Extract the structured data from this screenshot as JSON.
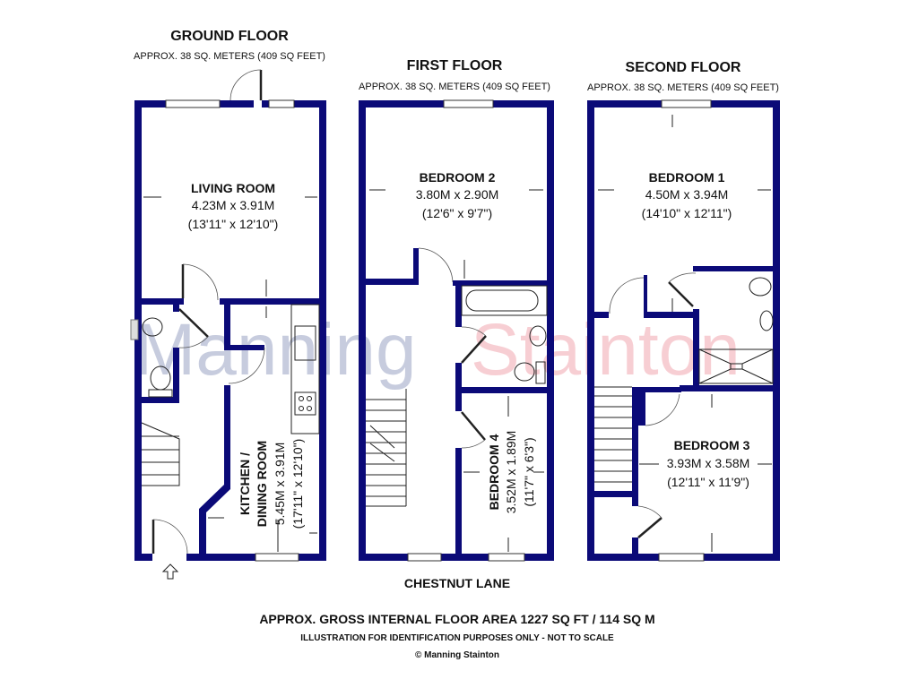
{
  "watermark": {
    "part1": "Manning",
    "part2": "Stainton",
    "color1": "#9aa3c4",
    "color2": "#f2a7b0"
  },
  "colors": {
    "walls": "#0b0a78"
  },
  "floors": [
    {
      "title": "GROUND FLOOR",
      "area": "APPROX. 38 SQ. METERS (409 SQ FEET)",
      "rooms": [
        {
          "name": "LIVING ROOM",
          "metric": "4.23M x 3.91M",
          "imperial": "(13'11\" x 12'10\")"
        },
        {
          "name_line1": "KITCHEN /",
          "name_line2": "DINING ROOM",
          "metric": "5.45M x 3.91M",
          "imperial": "(17'11\" x 12'10\")"
        }
      ]
    },
    {
      "title": "FIRST FLOOR",
      "area": "APPROX. 38 SQ. METERS (409 SQ FEET)",
      "rooms": [
        {
          "name": "BEDROOM 2",
          "metric": "3.80M x 2.90M",
          "imperial": "(12'6\" x 9'7\")"
        },
        {
          "name": "BEDROOM 4",
          "metric": "3.52M x 1.89M",
          "imperial": "(11'7\" x 6'3\")"
        }
      ]
    },
    {
      "title": "SECOND FLOOR",
      "area": "APPROX. 38 SQ. METERS (409 SQ FEET)",
      "rooms": [
        {
          "name": "BEDROOM 1",
          "metric": "4.50M x 3.94M",
          "imperial": "(14'10\" x 12'11\")"
        },
        {
          "name": "BEDROOM 3",
          "metric": "3.93M x 3.58M",
          "imperial": "(12'11\" x 11'9\")"
        }
      ]
    }
  ],
  "street": "CHESTNUT LANE",
  "footer": {
    "gross_area": "APPROX. GROSS INTERNAL FLOOR AREA 1227 SQ FT / 114 SQ M",
    "disclaimer": "ILLUSTRATION FOR IDENTIFICATION PURPOSES ONLY - NOT TO SCALE",
    "copyright": "© Manning Stainton"
  }
}
